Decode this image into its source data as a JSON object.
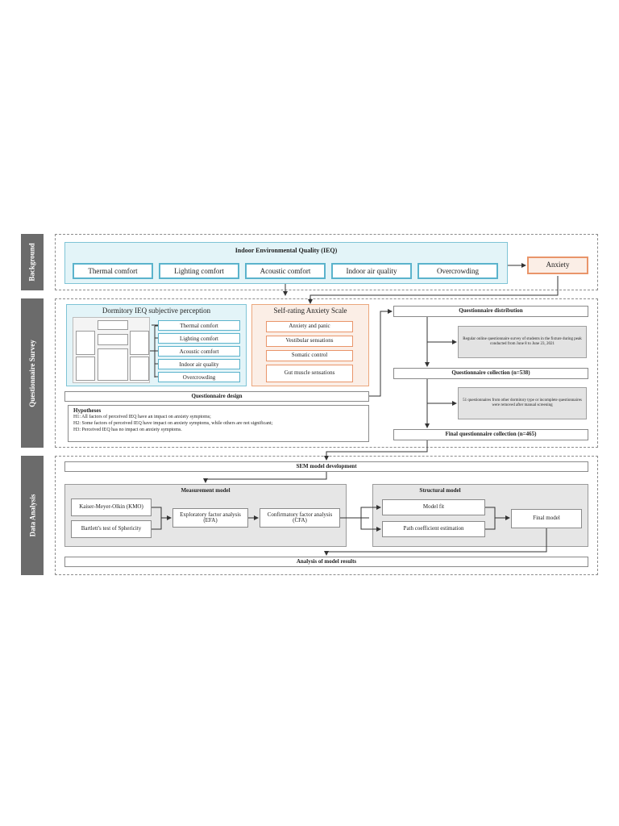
{
  "sections": {
    "background": "Background",
    "survey": "Questionnaire Survey",
    "analysis": "Data Analysis"
  },
  "ieq": {
    "title": "Indoor Environmental Quality (IEQ)",
    "factors": [
      "Thermal comfort",
      "Lighting comfort",
      "Acoustic comfort",
      "Indoor air quality",
      "Overcrowding"
    ],
    "anxiety": "Anxiety"
  },
  "dorm": {
    "title": "Dormitory IEQ subjective perception",
    "items": [
      "Thermal comfort",
      "Lighting comfort",
      "Acoustic comfort",
      "Indoor air quality",
      "Overcrowding"
    ]
  },
  "sas": {
    "title": "Self-rating Anxiety Scale",
    "items": [
      "Anxiety and panic",
      "Vestibular sensations",
      "Somatic control",
      "Gut muscle sensations"
    ]
  },
  "design": {
    "label": "Questionnaire design",
    "hyp_title": "Hypotheses",
    "hypotheses": [
      "H1: All factors of perceived IEQ have an impact on anxiety symptoms;",
      "H2: Some factors of perceived IEQ have impact on anxiety symptoms, while others are not significant;",
      "H3: Perceived IEQ has no impact on anxiety symptoms."
    ]
  },
  "flow": {
    "distribution": "Questionnaire distribution",
    "note1": "Regular online questionnaire survey of students in the fixture during peak conducted from June 8 to June 23, 2021",
    "collection": "Questionnaire collection (n=538)",
    "note2": "51 questionnaires from other dormitory type or incomplete questionnaires were removed after manual screening",
    "final": "Final questionnaire collection (n=465)"
  },
  "analysis": {
    "sem": "SEM model development",
    "measurement": "Measurement model",
    "kmo": "Kaiser-Meyer-Olkin (KMO)",
    "bartlett": "Bartlett's test of Sphericity",
    "efa": "Exploratory factor analysis (EFA)",
    "cfa": "Confirmatory factor analysis (CFA)",
    "structural": "Structural model",
    "fit": "Model fit",
    "path": "Path coefficient estimation",
    "final": "Final model",
    "results": "Analysis of model results"
  }
}
